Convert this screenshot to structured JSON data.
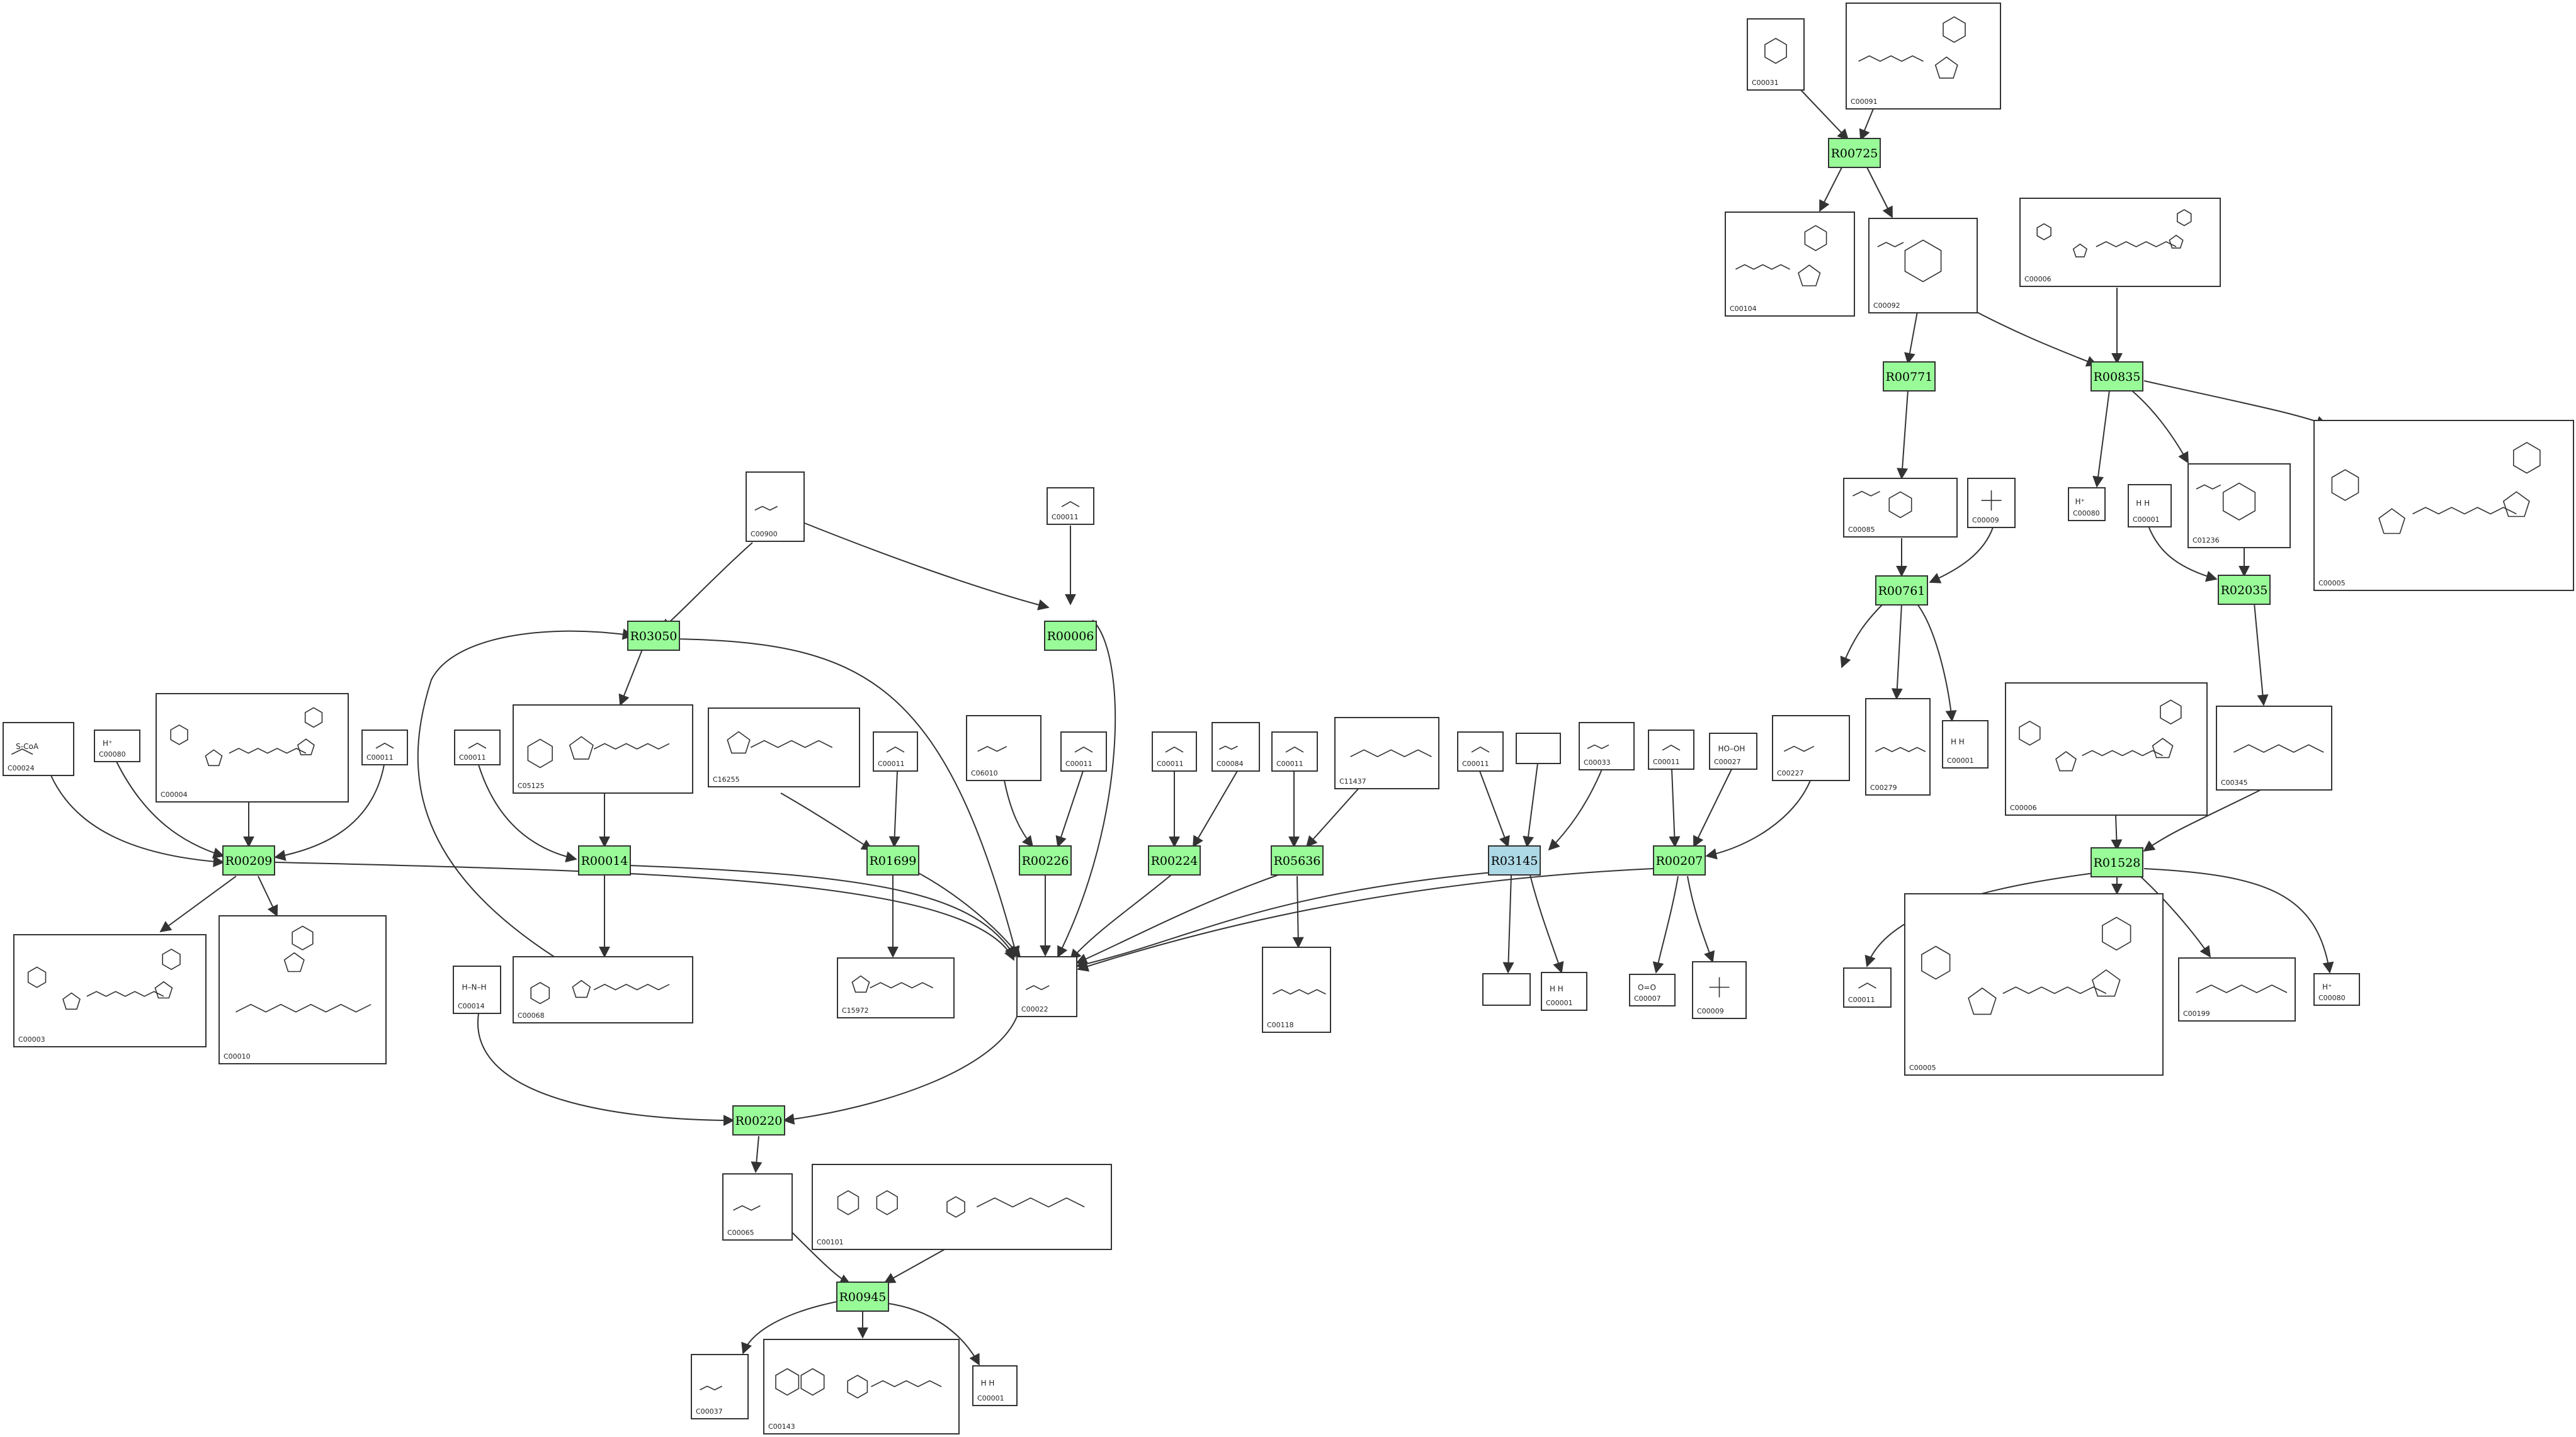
{
  "colors": {
    "reaction": "#98fb98",
    "reaction_highlight": "#add8e6",
    "stroke": "#333333",
    "background": "#ffffff"
  },
  "reactions": [
    {
      "id": "R00725",
      "label": "R00725",
      "highlight": false
    },
    {
      "id": "R00771",
      "label": "R00771",
      "highlight": false
    },
    {
      "id": "R00835",
      "label": "R00835",
      "highlight": false
    },
    {
      "id": "R03050",
      "label": "R03050",
      "highlight": false
    },
    {
      "id": "R00006",
      "label": "R00006",
      "highlight": false
    },
    {
      "id": "R00761",
      "label": "R00761",
      "highlight": false
    },
    {
      "id": "R02035",
      "label": "R02035",
      "highlight": false
    },
    {
      "id": "R00209",
      "label": "R00209",
      "highlight": false
    },
    {
      "id": "R00014",
      "label": "R00014",
      "highlight": false
    },
    {
      "id": "R01699",
      "label": "R01699",
      "highlight": false
    },
    {
      "id": "R00226",
      "label": "R00226",
      "highlight": false
    },
    {
      "id": "R00224",
      "label": "R00224",
      "highlight": false
    },
    {
      "id": "R05636",
      "label": "R05636",
      "highlight": false
    },
    {
      "id": "R03145",
      "label": "R03145",
      "highlight": true
    },
    {
      "id": "R00207",
      "label": "R00207",
      "highlight": false
    },
    {
      "id": "R01528",
      "label": "R01528",
      "highlight": false
    },
    {
      "id": "R00220",
      "label": "R00220",
      "highlight": false
    },
    {
      "id": "R00945",
      "label": "R00945",
      "highlight": false
    }
  ],
  "compounds": [
    {
      "key": "c_C00031",
      "label": "C00031",
      "mol": "sugar"
    },
    {
      "key": "c_C00091",
      "label": "C00091",
      "mol": "nucleotide"
    },
    {
      "key": "c_C00104",
      "label": "C00104",
      "mol": "nucleotide"
    },
    {
      "key": "c_C00092",
      "label": "C00092",
      "mol": "sugarp"
    },
    {
      "key": "c_C00006_a",
      "label": "C00006",
      "mol": "nad"
    },
    {
      "key": "c_C00085",
      "label": "C00085",
      "mol": "sugarp"
    },
    {
      "key": "c_C00009_a",
      "label": "C00009",
      "mol": "phos"
    },
    {
      "key": "c_C00080_a",
      "label": "C00080",
      "mol": "h",
      "atoms": "H⁺"
    },
    {
      "key": "c_C00001_a",
      "label": "C00001",
      "mol": "water",
      "atoms": "H  H"
    },
    {
      "key": "c_C01236",
      "label": "C01236",
      "mol": "sugarp"
    },
    {
      "key": "c_C00005_a",
      "label": "C00005",
      "mol": "nad"
    },
    {
      "key": "c_C00900",
      "label": "C00900",
      "mol": "keto"
    },
    {
      "key": "c_C00011_a",
      "label": "C00011",
      "mol": "co2"
    },
    {
      "key": "c_C00024",
      "label": "C00024",
      "mol": "acetyl",
      "atoms": "S-CoA"
    },
    {
      "key": "c_C00080_b",
      "label": "C00080",
      "mol": "h",
      "atoms": "H⁺"
    },
    {
      "key": "c_C00004",
      "label": "C00004",
      "mol": "nad"
    },
    {
      "key": "c_C00011_b",
      "label": "C00011",
      "mol": "co2"
    },
    {
      "key": "c_C00011_c",
      "label": "C00011",
      "mol": "co2"
    },
    {
      "key": "c_C05125",
      "label": "C05125",
      "mol": "tpp"
    },
    {
      "key": "c_C16255",
      "label": "C16255",
      "mol": "lipo"
    },
    {
      "key": "c_C00011_d",
      "label": "C00011",
      "mol": "co2"
    },
    {
      "key": "c_C06010",
      "label": "C06010",
      "mol": "keto"
    },
    {
      "key": "c_C00011_e",
      "label": "C00011",
      "mol": "co2"
    },
    {
      "key": "c_C00011_f",
      "label": "C00011",
      "mol": "co2"
    },
    {
      "key": "c_C00084",
      "label": "C00084",
      "mol": "ald"
    },
    {
      "key": "c_C00011_g",
      "label": "C00011",
      "mol": "co2"
    },
    {
      "key": "c_C11437",
      "label": "C11437",
      "mol": "chainp"
    },
    {
      "key": "c_C00011_h",
      "label": "C00011",
      "mol": "co2"
    },
    {
      "key": "c_empty_a",
      "label": "",
      "mol": "none"
    },
    {
      "key": "c_C00033",
      "label": "C00033",
      "mol": "acetate"
    },
    {
      "key": "c_C00011_i",
      "label": "C00011",
      "mol": "co2"
    },
    {
      "key": "c_C00027",
      "label": "C00027",
      "mol": "h2o2",
      "atoms": "HO–OH"
    },
    {
      "key": "c_C00227",
      "label": "C00227",
      "mol": "acetylp"
    },
    {
      "key": "c_C00279",
      "label": "C00279",
      "mol": "chainp"
    },
    {
      "key": "c_C00001_b",
      "label": "C00001",
      "mol": "water",
      "atoms": "H  H"
    },
    {
      "key": "c_C00006_b",
      "label": "C00006",
      "mol": "nad"
    },
    {
      "key": "c_C00345",
      "label": "C00345",
      "mol": "chainp"
    },
    {
      "key": "c_C00003",
      "label": "C00003",
      "mol": "nad"
    },
    {
      "key": "c_C00010",
      "label": "C00010",
      "mol": "coa"
    },
    {
      "key": "c_C00068",
      "label": "C00068",
      "mol": "tpp"
    },
    {
      "key": "c_C00014",
      "label": "C00014",
      "mol": "nh3",
      "atoms": "H–N–H"
    },
    {
      "key": "c_C15972",
      "label": "C15972",
      "mol": "lipo"
    },
    {
      "key": "c_C00022",
      "label": "C00022",
      "mol": "keto"
    },
    {
      "key": "c_C00118",
      "label": "C00118",
      "mol": "chainp"
    },
    {
      "key": "c_empty_b",
      "label": "",
      "mol": "none"
    },
    {
      "key": "c_C00001_c",
      "label": "C00001",
      "mol": "water",
      "atoms": "H  H"
    },
    {
      "key": "c_C00007",
      "label": "C00007",
      "mol": "o2",
      "atoms": "O=O"
    },
    {
      "key": "c_C00009_b",
      "label": "C00009",
      "mol": "phos"
    },
    {
      "key": "c_C00011_j",
      "label": "C00011",
      "mol": "co2"
    },
    {
      "key": "c_C00005_b",
      "label": "C00005",
      "mol": "nad"
    },
    {
      "key": "c_C00199",
      "label": "C00199",
      "mol": "chainp"
    },
    {
      "key": "c_C00080_c",
      "label": "C00080",
      "mol": "h",
      "atoms": "H⁺"
    },
    {
      "key": "c_C00065",
      "label": "C00065",
      "mol": "amino"
    },
    {
      "key": "c_C00101",
      "label": "C00101",
      "mol": "folate"
    },
    {
      "key": "c_C00037",
      "label": "C00037",
      "mol": "amino"
    },
    {
      "key": "c_C00143",
      "label": "C00143",
      "mol": "folate"
    },
    {
      "key": "c_C00001_d",
      "label": "C00001",
      "mol": "water",
      "atoms": "H  H"
    }
  ]
}
